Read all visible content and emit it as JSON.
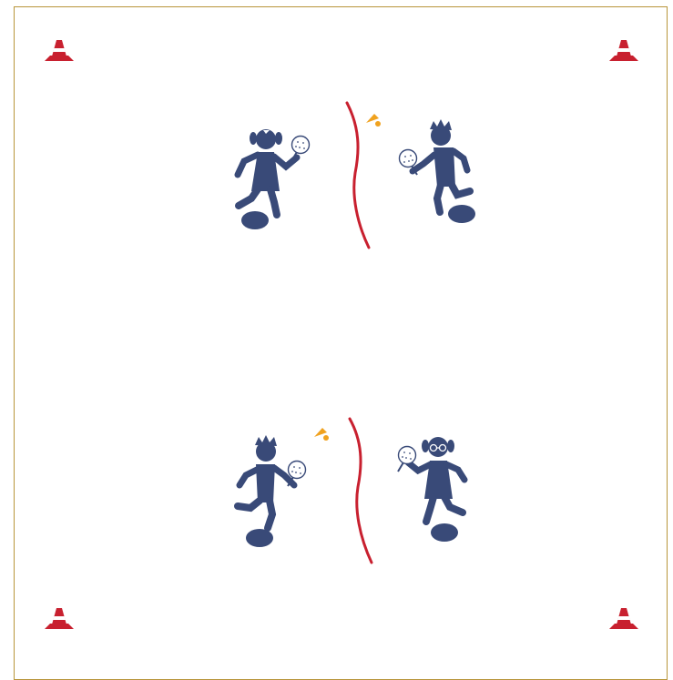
{
  "diagram": {
    "type": "pickleball-drill-layout",
    "colors": {
      "border": "#b8953a",
      "cone": "#c8202f",
      "cone_stripe": "#ffffff",
      "player": "#394a78",
      "net": "#c8202f",
      "shuttle": "#f0a21f",
      "paddle_outline": "#394a78"
    },
    "field": {
      "marker_icon": "cone-icon",
      "marker_count": 4
    },
    "stations": [
      {
        "players": [
          "girl",
          "boy"
        ],
        "net_icon": "net-line",
        "shuttle_icon": "shuttlecock-icon"
      },
      {
        "players": [
          "boy",
          "girl-with-glasses"
        ],
        "net_icon": "net-line",
        "shuttle_icon": "shuttlecock-icon"
      }
    ]
  }
}
